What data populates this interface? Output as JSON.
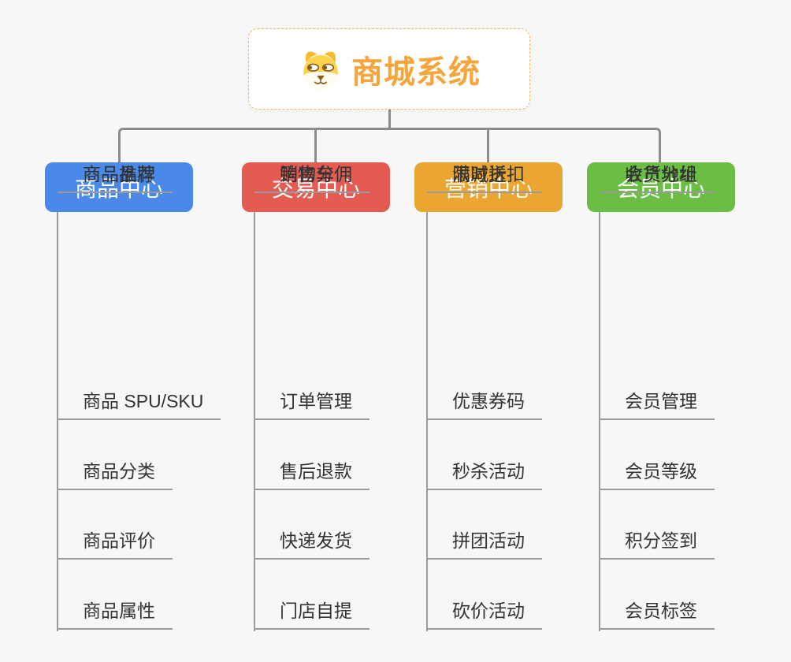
{
  "page": {
    "background_color": "#f7f7f7",
    "connector_color": "#8c8c8c"
  },
  "root": {
    "title": "商城系统",
    "title_color": "#f5a53c",
    "border_color": "#f2b66b",
    "icon": "dog-face-icon"
  },
  "branches": [
    {
      "label": "商品中心",
      "color": "#4a89e8",
      "children": [
        "商品 SPU/SKU",
        "商品分类",
        "商品评价",
        "商品属性",
        "商品推荐",
        "商品品牌"
      ]
    },
    {
      "label": "交易中心",
      "color": "#e45b52",
      "children": [
        "订单管理",
        "售后退款",
        "快递发货",
        "门店自提",
        "购物车",
        "销售分佣"
      ]
    },
    {
      "label": "营销中心",
      "color": "#eba632",
      "children": [
        "优惠券码",
        "秒杀活动",
        "拼团活动",
        "砍价活动",
        "限时折扣",
        "满减送"
      ]
    },
    {
      "label": "会员中心",
      "color": "#6bbe43",
      "children": [
        "会员管理",
        "会员等级",
        "积分签到",
        "会员标签",
        "会员分组",
        "收货地址"
      ]
    }
  ]
}
